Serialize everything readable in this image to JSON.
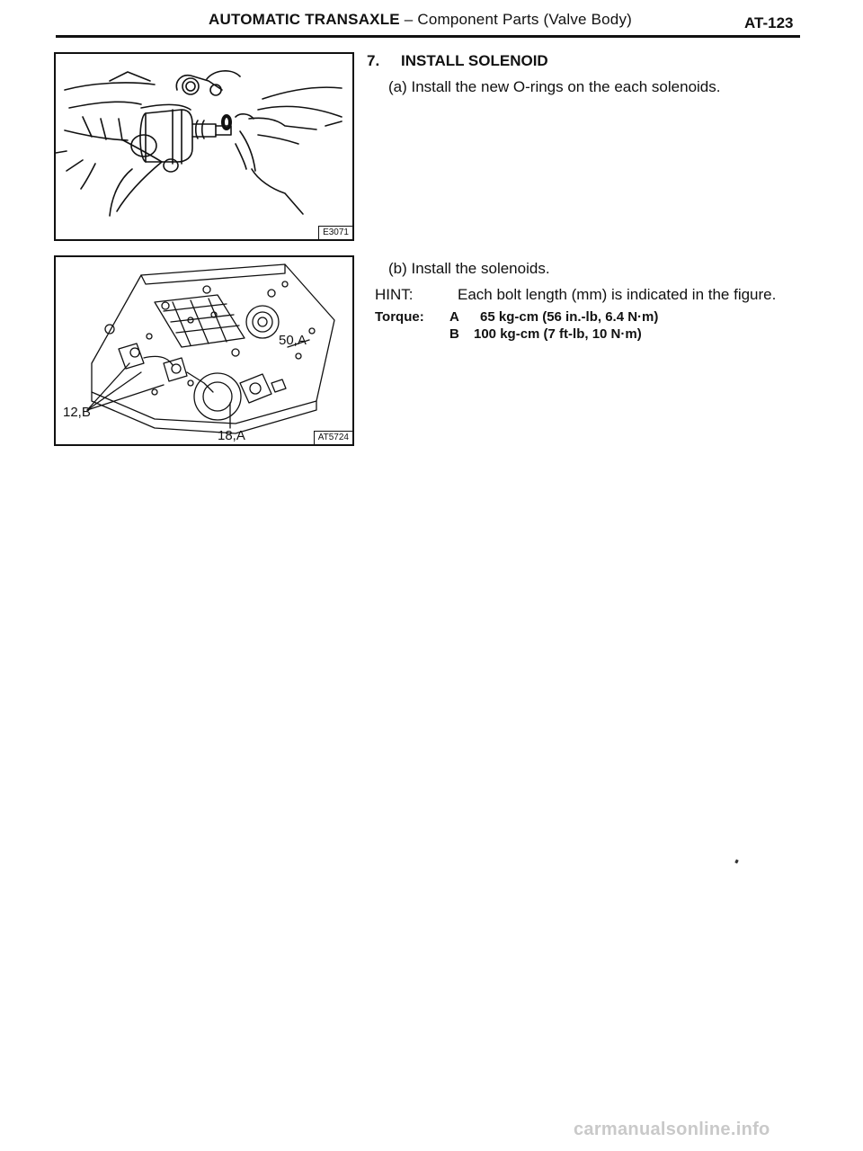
{
  "header": {
    "title_bold": "AUTOMATIC TRANSAXLE",
    "title_rest": " – Component Parts (Valve Body)",
    "page_number": "AT-123"
  },
  "figures": {
    "fig1": {
      "code": "E3071"
    },
    "fig2": {
      "code": "AT5724",
      "callouts": {
        "left": "12,B",
        "right": "50,A",
        "bottom": "18,A"
      }
    }
  },
  "step": {
    "number": "7.",
    "title": "INSTALL SOLENOID",
    "sub_a": "(a)  Install the new O-rings on the each solenoids.",
    "sub_b": "(b)  Install the solenoids.",
    "hint_label": "HINT:",
    "hint_text": "Each bolt length (mm) is indicated in the figure.",
    "torque_label": "Torque:",
    "torque_a_key": "A",
    "torque_a_value": "65 kg-cm (56 in.-lb, 6.4 N·m)",
    "torque_b_key": "B",
    "torque_b_value": "100 kg-cm (7 ft-lb, 10 N·m)"
  },
  "watermark": "carmanualsonline.info"
}
